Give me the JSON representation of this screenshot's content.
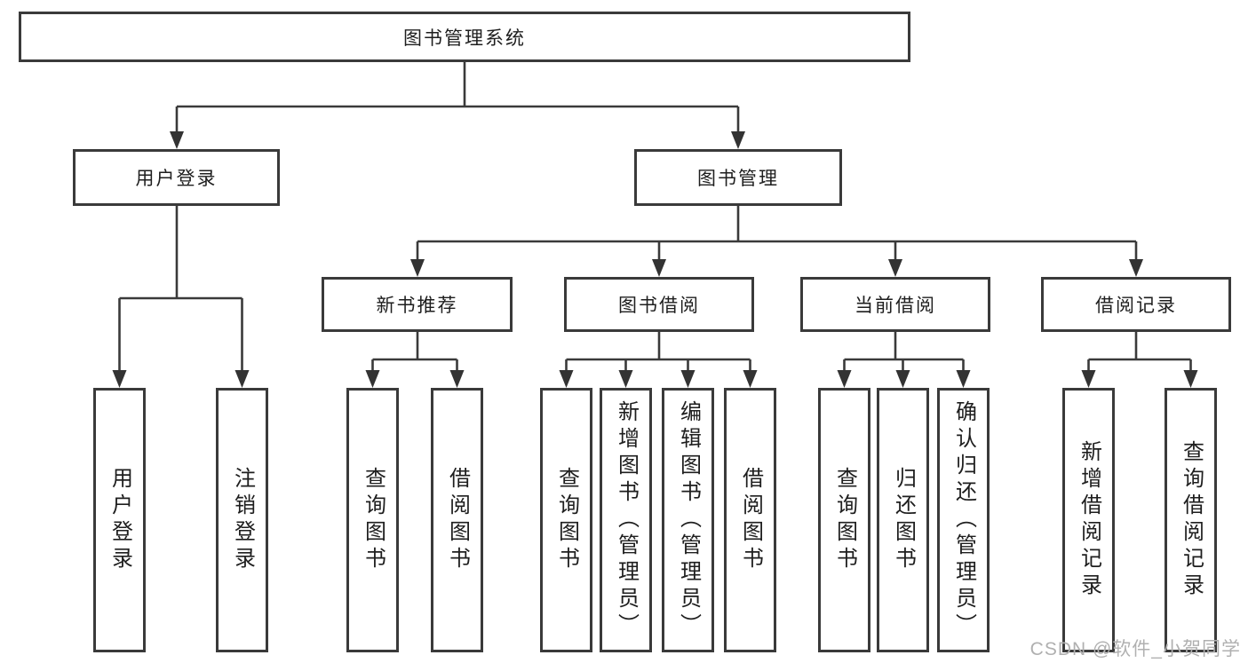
{
  "nodes": {
    "root": {
      "label": "图书管理系统"
    },
    "level2": [
      {
        "label": "用户登录"
      },
      {
        "label": "图书管理"
      }
    ],
    "level3": [
      {
        "label": "新书推荐"
      },
      {
        "label": "图书借阅"
      },
      {
        "label": "当前借阅"
      },
      {
        "label": "借阅记录"
      }
    ],
    "leaves": [
      {
        "label": "用户登录"
      },
      {
        "label": "注销登录"
      },
      {
        "label": "查询图书"
      },
      {
        "label": "借阅图书"
      },
      {
        "label": "查询图书"
      },
      {
        "label": "新增图书（管理员）"
      },
      {
        "label": "编辑图书（管理员）"
      },
      {
        "label": "借阅图书"
      },
      {
        "label": "查询图书"
      },
      {
        "label": "归还图书"
      },
      {
        "label": "确认归还（管理员）"
      },
      {
        "label": "新增借阅记录"
      },
      {
        "label": "查询借阅记录"
      }
    ]
  },
  "watermark": "CSDN @软件_小贺同学",
  "colors": {
    "line": "#3a3a3a",
    "text": "#1e1e1e",
    "watermark": "#b0b0b0",
    "background": "#ffffff"
  }
}
